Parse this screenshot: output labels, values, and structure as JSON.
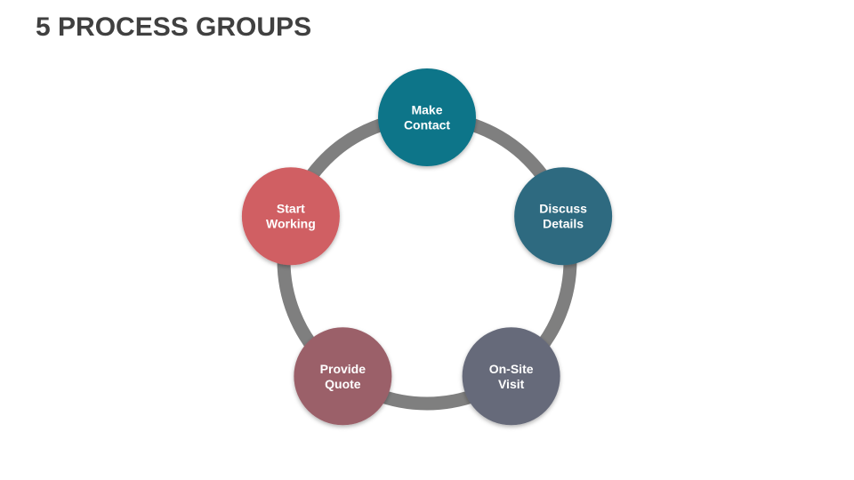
{
  "title": "5 PROCESS GROUPS",
  "ring_color": "#7f7f7f",
  "nodes": [
    {
      "lines": [
        "Make",
        "Contact"
      ],
      "color": "#0e7489"
    },
    {
      "lines": [
        "Discuss",
        "Details"
      ],
      "color": "#2f6b80"
    },
    {
      "lines": [
        "On-Site",
        "Visit"
      ],
      "color": "#666a7a"
    },
    {
      "lines": [
        "Provide",
        "Quote"
      ],
      "color": "#9b6069"
    },
    {
      "lines": [
        "Start",
        "Working"
      ],
      "color": "#d05e63"
    }
  ]
}
